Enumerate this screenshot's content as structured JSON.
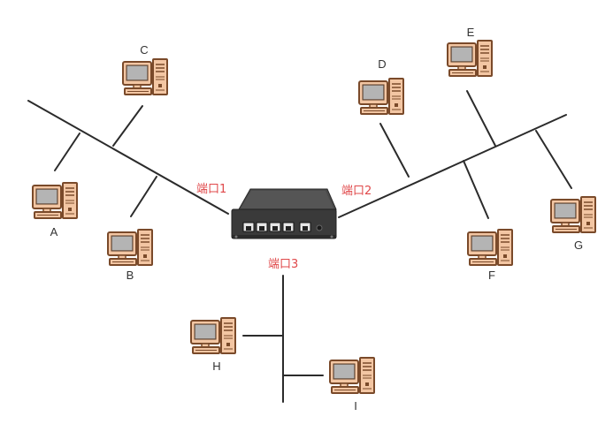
{
  "ports": [
    {
      "id": "port1",
      "label": "端口1"
    },
    {
      "id": "port2",
      "label": "端口2"
    },
    {
      "id": "port3",
      "label": "端口3"
    }
  ],
  "computers": [
    {
      "id": "A",
      "label": "A"
    },
    {
      "id": "B",
      "label": "B"
    },
    {
      "id": "C",
      "label": "C"
    },
    {
      "id": "D",
      "label": "D"
    },
    {
      "id": "E",
      "label": "E"
    },
    {
      "id": "F",
      "label": "F"
    },
    {
      "id": "G",
      "label": "G"
    },
    {
      "id": "H",
      "label": "H"
    },
    {
      "id": "I",
      "label": "I"
    }
  ],
  "icons": {
    "computer": "desktop-computer-icon",
    "switch": "network-switch-icon"
  },
  "colors": {
    "port_label": "#e0484a",
    "cable": "#2b2b2b",
    "computer_outline": "#7a4a2a",
    "computer_fill": "#f3c6a3",
    "screen": "#9a9a9a",
    "switch_body": "#3f3f3f"
  }
}
